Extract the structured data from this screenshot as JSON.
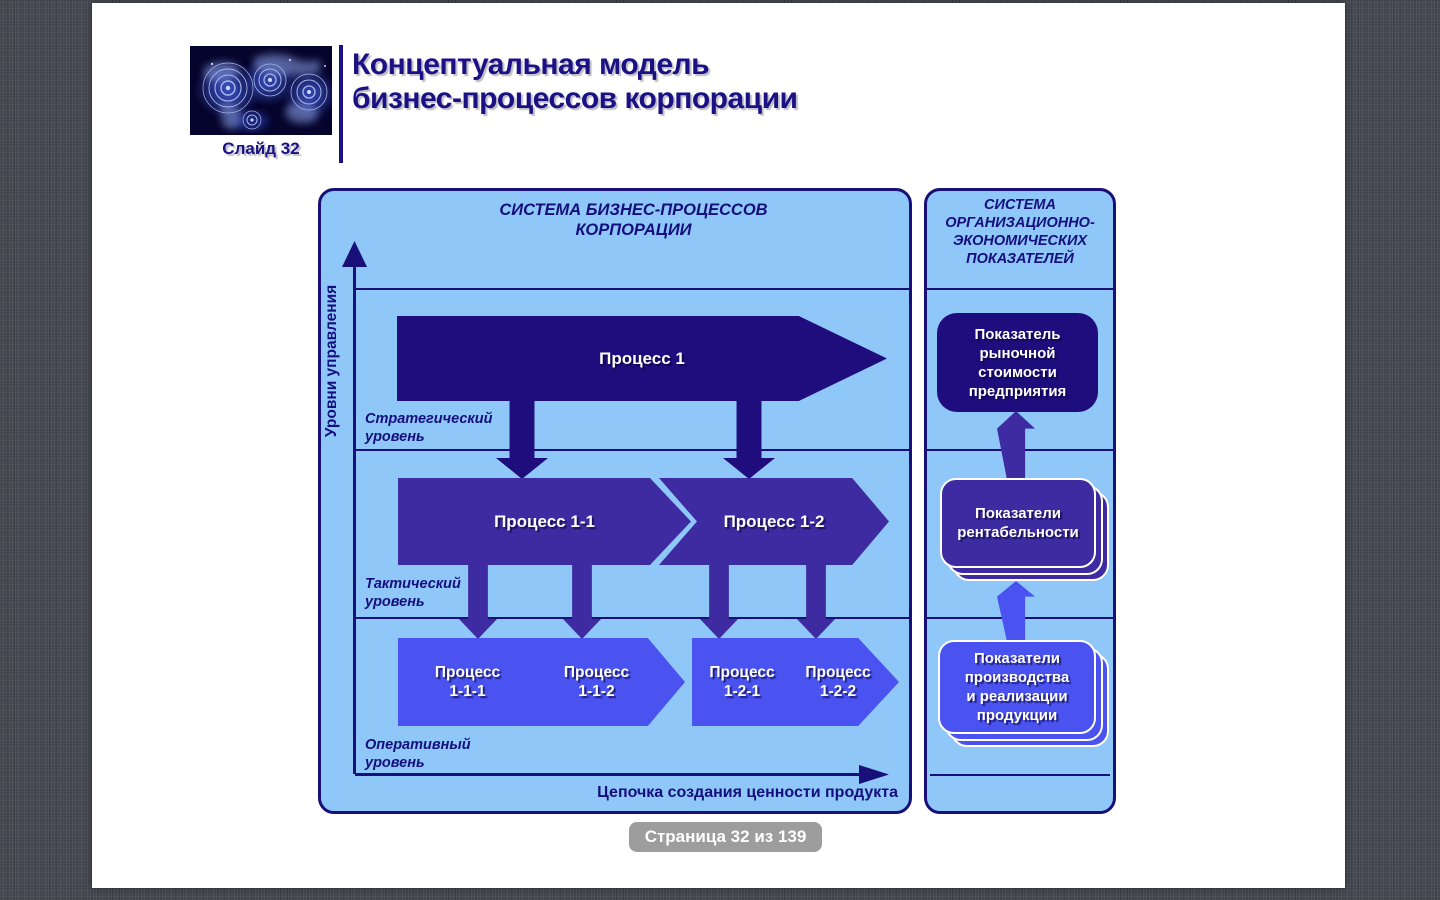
{
  "slide": {
    "label": "Слайд 32",
    "title": "Концептуальная модель\nбизнес-процессов корпорации",
    "page_badge": "Страница 32 из 139"
  },
  "bp_system": {
    "header": "СИСТЕМА БИЗНЕС-ПРОЦЕССОВ\nКОРПОРАЦИИ",
    "axis_label": "Уровни управления",
    "value_chain_label": "Цепочка создания ценности продукта",
    "levels": [
      {
        "label": "Стратегический\nуровень"
      },
      {
        "label": "Тактический\nуровень"
      },
      {
        "label": "Оперативный\nуровень"
      }
    ],
    "tier1": {
      "label": "Процесс 1"
    },
    "tier2": [
      {
        "label": "Процесс 1-1"
      },
      {
        "label": "Процесс 1-2"
      }
    ],
    "tier3": [
      {
        "label": "Процесс\n1-1-1"
      },
      {
        "label": "Процесс\n1-1-2"
      },
      {
        "label": "Процесс\n1-2-1"
      },
      {
        "label": "Процесс\n1-2-2"
      }
    ]
  },
  "indicator_system": {
    "header": "СИСТЕМА\nОРГАНИЗАЦИОННО-\nЭКОНОМИЧЕСКИХ\nПОКАЗАТЕЛЕЙ",
    "boxes": [
      {
        "label": "Показатель\nрыночной\nстоимости\nпредприятия"
      },
      {
        "label": "Показатели\nрентабельности"
      },
      {
        "label": "Показатели\nпроизводства\nи реализации\nпродукции"
      }
    ]
  },
  "colors": {
    "background": "#43464e",
    "slide": "#ffffff",
    "panel_fill": "#8fc7f8",
    "navy": "#1f0d7e",
    "purple": "#3e2ba2",
    "blue": "#4a52f0",
    "text_navy": "#1c1184",
    "badge_gray": "#9d9d9d"
  }
}
